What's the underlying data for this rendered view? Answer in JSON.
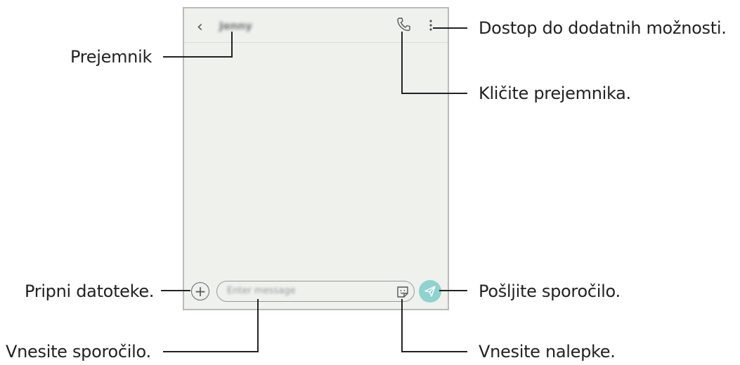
{
  "labels": {
    "recipient": "Prejemnik",
    "attach_files": "Pripni datoteke.",
    "enter_message": "Vnesite sporočilo.",
    "more_options": "Dostop do dodatnih možnosti.",
    "call_recipient": "Kličite prejemnika.",
    "send_message": "Pošljite sporočilo.",
    "enter_stickers": "Vnesite nalepke."
  },
  "screen": {
    "contact_name": "Jenny",
    "back_icon": "chevron-left-icon",
    "call_icon": "phone-icon",
    "more_icon": "more-vert-icon",
    "attach_icon": "plus-circle-icon",
    "input_placeholder": "Enter message",
    "sticker_icon": "sticker-icon",
    "send_icon": "send-icon",
    "colors": {
      "background": "#eff1ec",
      "send_button": "#8fd2cf"
    }
  }
}
